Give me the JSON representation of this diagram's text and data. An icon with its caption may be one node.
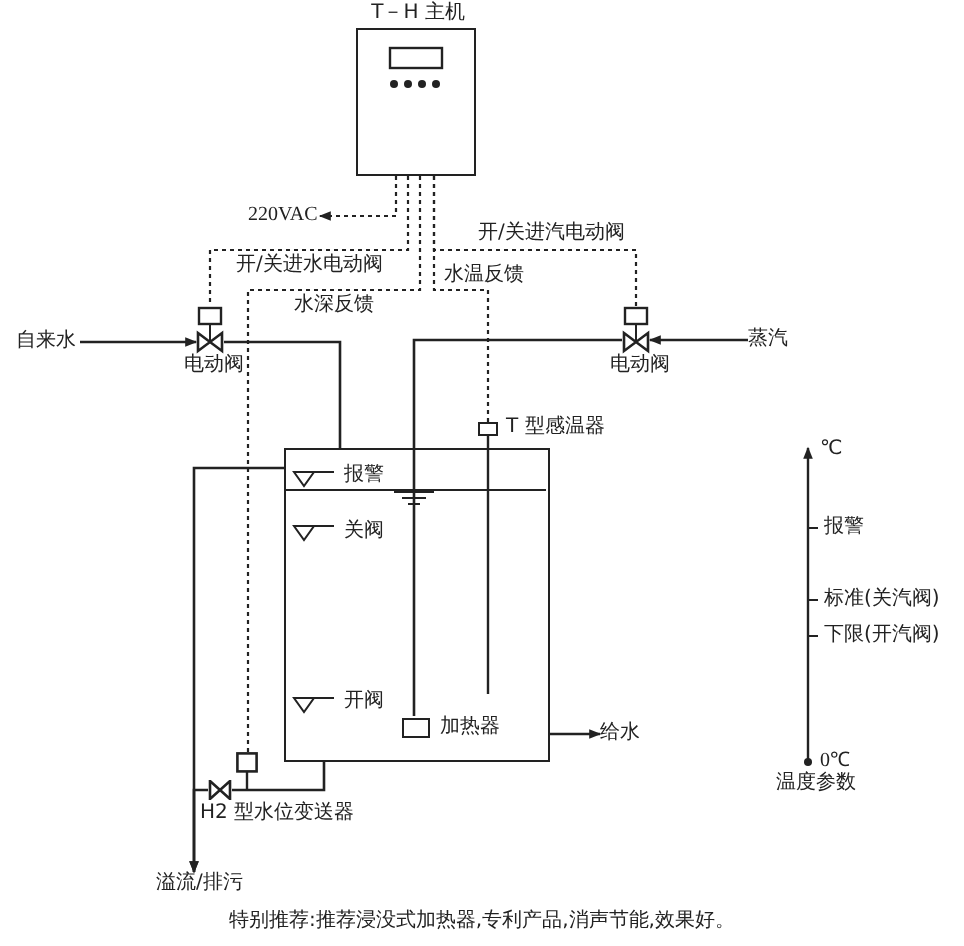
{
  "diagram": {
    "caption": "特别推荐:推荐浸没式加热器,专利产品,消声节能,效果好。",
    "nodes": [
      {
        "text": [
          "T－H 主机"
        ]
      },
      {
        "text": [
          "220VAC"
        ]
      },
      {
        "text": [],
        "shape": "valve",
        "beside": [
          "电动阀"
        ]
      },
      {
        "text": [],
        "shape": "valve",
        "beside": [
          "电动阀"
        ]
      },
      {
        "text": [
          "自来水"
        ]
      },
      {
        "text": [
          "蒸汽"
        ]
      },
      {
        "text": [],
        "shape": "box"
      },
      {
        "text": [],
        "shape": "box",
        "beside": [
          "加热器"
        ],
        "in": 6
      },
      {
        "text": [],
        "shape": "box",
        "beside": [
          "T 型感温器"
        ]
      },
      {
        "text": [
          "给水"
        ]
      },
      {
        "text": [],
        "shape": "valve"
      },
      {
        "text": [],
        "shape": "box"
      },
      {
        "text": [
          "溢流/排污"
        ]
      }
    ],
    "edges": [
      {
        "from": 0,
        "to": 1,
        "arrow": "to",
        "style": "dashed"
      },
      {
        "from": 0,
        "to": 2,
        "arrow": "none",
        "style": "dashed",
        "label": "开/关进水电动阀"
      },
      {
        "from": 0,
        "to": 3,
        "arrow": "none",
        "style": "dashed",
        "label": "开/关进汽电动阀"
      },
      {
        "from": 0,
        "to": 11,
        "arrow": "none",
        "style": "dashed",
        "label": "水深反馈"
      },
      {
        "from": 0,
        "to": 8,
        "arrow": "none",
        "style": "dashed",
        "label": "水温反馈"
      },
      {
        "from": 4,
        "to": 2,
        "arrow": "to"
      },
      {
        "from": 2,
        "to": 6,
        "arrow": "none"
      },
      {
        "from": 5,
        "to": 3,
        "arrow": "to"
      },
      {
        "from": 3,
        "to": 7,
        "arrow": "none"
      },
      {
        "from": 6,
        "to": 9,
        "arrow": "to"
      },
      {
        "from": 6,
        "to": 12,
        "arrow": "to"
      },
      {
        "from": 6,
        "to": 10,
        "arrow": "none"
      },
      {
        "from": 10,
        "to": 12,
        "arrow": "to"
      }
    ],
    "labels": [
      "报警",
      "关阀",
      "开阀",
      "℃",
      "报警",
      "标准(关汽阀)",
      "下限(开汽阀)",
      "0℃",
      "温度参数",
      "H2 型水位变送器"
    ]
  }
}
